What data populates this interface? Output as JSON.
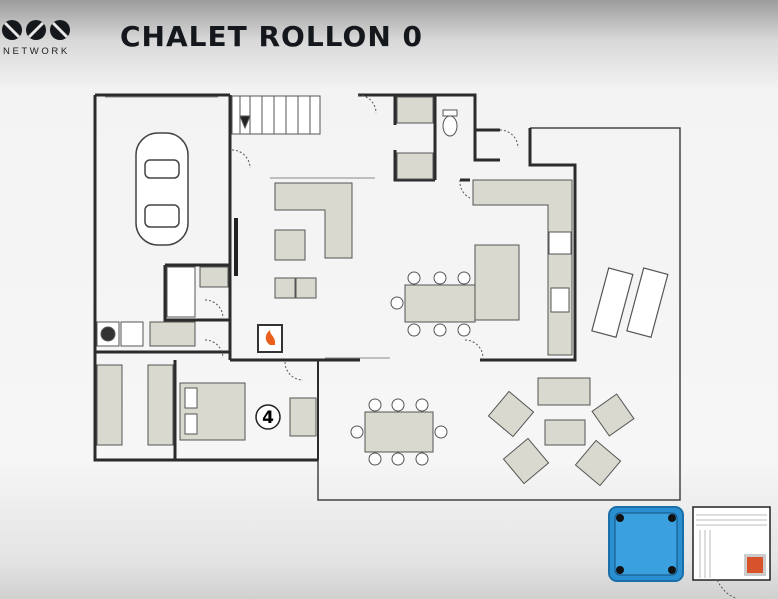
{
  "header": {
    "logo_text": "OVO",
    "logo_subtitle": "NETWORK",
    "title": "CHALET ROLLON 0"
  },
  "plan": {
    "bedroom_number": "4"
  },
  "colors": {
    "wall": "#2b2b2b",
    "furniture": "#d9d9cf",
    "hot_tub": "#2a8fd0",
    "sauna_heater": "#d9532a",
    "fireplace": "#e8601c"
  }
}
